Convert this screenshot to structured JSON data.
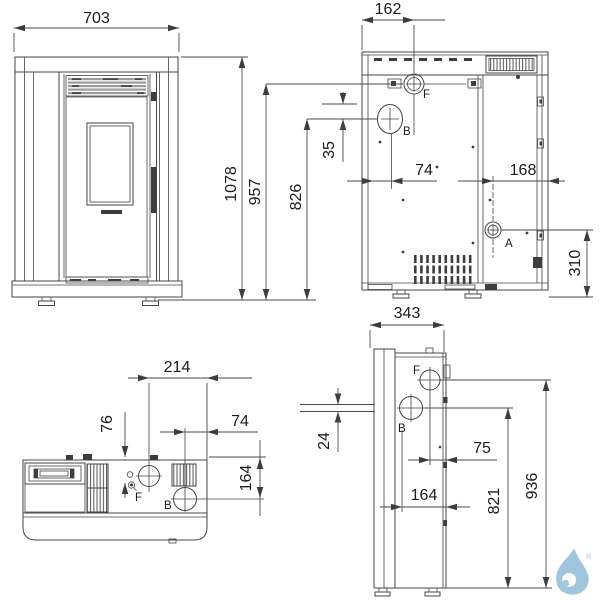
{
  "drawing": {
    "front": {
      "width": "703",
      "height": "1078"
    },
    "back": {
      "flue_offset": "162",
      "height_f": "957",
      "height_b": "826",
      "gap": "35",
      "b_offset": "74",
      "a_offset": "168",
      "a_height": "310",
      "labels": {
        "f": "F",
        "b": "B",
        "a": "A"
      }
    },
    "top": {
      "f_offset": "214",
      "valve_offset": "76",
      "b_offset": "74",
      "b_depth": "164",
      "labels": {
        "f": "F",
        "b": "B"
      }
    },
    "side": {
      "depth": "343",
      "gap": "24",
      "f_depth": "75",
      "b_depth": "164",
      "b_height": "821",
      "f_height": "936",
      "labels": {
        "f": "F",
        "b": "B"
      }
    },
    "logo": {
      "registered": "®"
    }
  }
}
